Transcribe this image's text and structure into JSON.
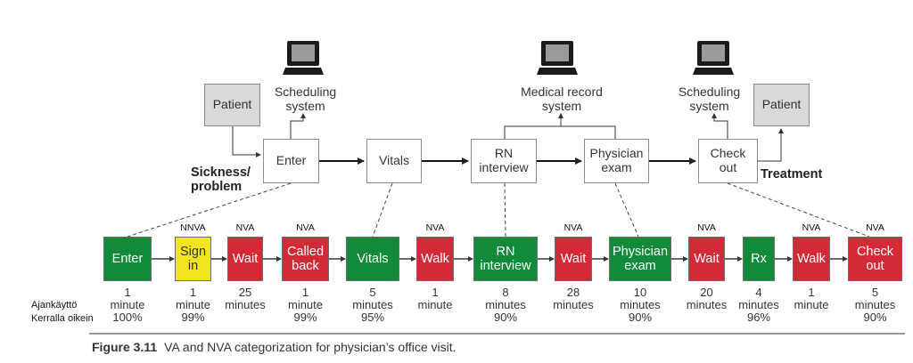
{
  "top_flow": {
    "left_patient": "Patient",
    "right_patient": "Patient",
    "scheduling_system_1": "Scheduling\nsystem",
    "medical_record_system": "Medical record\nsystem",
    "scheduling_system_2": "Scheduling\nsystem",
    "steps": [
      {
        "label": "Enter"
      },
      {
        "label": "Vitals"
      },
      {
        "label": "RN\ninterview"
      },
      {
        "label": "Physician\nexam"
      },
      {
        "label": "Check\nout"
      }
    ],
    "sickness_problem": "Sickness/\nproblem",
    "treatment": "Treatment"
  },
  "row_labels": {
    "time": "Ajankäyttö",
    "accuracy": "Kerralla oikein"
  },
  "steps": [
    {
      "label": "Enter",
      "cat": "VA",
      "time": "1\nminute\n100%"
    },
    {
      "label": "Sign\nin",
      "cat": "NNVA",
      "time": "1\nminute\n99%"
    },
    {
      "label": "Wait",
      "cat": "NVA",
      "time": "25\nminutes"
    },
    {
      "label": "Called\nback",
      "cat": "NVA",
      "time": "1\nminute\n99%"
    },
    {
      "label": "Vitals",
      "cat": "VA",
      "time": "5\nminutes\n95%"
    },
    {
      "label": "Walk",
      "cat": "NVA",
      "time": "1\nminute"
    },
    {
      "label": "RN\ninterview",
      "cat": "VA",
      "time": "8\nminutes\n90%"
    },
    {
      "label": "Wait",
      "cat": "NVA",
      "time": "28\nminutes"
    },
    {
      "label": "Physician\nexam",
      "cat": "VA",
      "time": "10\nminutes\n90%"
    },
    {
      "label": "Wait",
      "cat": "NVA",
      "time": "20\nminutes"
    },
    {
      "label": "Rx",
      "cat": "VA",
      "time": "4\nminutes\n96%"
    },
    {
      "label": "Walk",
      "cat": "NVA",
      "time": "1\nminute"
    },
    {
      "label": "Check\nout",
      "cat": "NVA",
      "time": "5\nminutes\n90%"
    }
  ],
  "colors": {
    "VA": "#118a3a",
    "NVA": "#d42a37",
    "NNVA": "#f3e51d"
  },
  "caption": {
    "figure": "Figure 3.11",
    "text": "VA and NVA categorization for physician’s office visit."
  }
}
